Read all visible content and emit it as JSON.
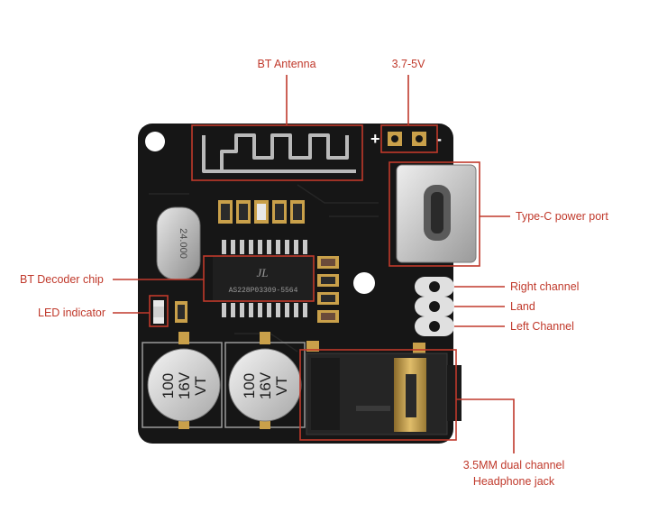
{
  "labels": {
    "bt_antenna": "BT Antenna",
    "power": "3.7-5V",
    "typec": "Type-C power port",
    "bt_chip": "BT Decoder chip",
    "led": "LED indicator",
    "right_channel": "Right channel",
    "land": "Land",
    "left_channel": "Left Channel",
    "jack_line1": "3.5MM dual channel",
    "jack_line2": "Headphone jack"
  },
  "board": {
    "plus": "+",
    "minus": "-",
    "crystal_text": "24.000",
    "chip_logo": "JL",
    "chip_text": "AS228P03309-5564",
    "cap1_line1": "100",
    "cap1_line2": "16V",
    "cap1_line3": "VT",
    "cap2_line1": "100",
    "cap2_line2": "16V",
    "cap2_line3": "VT"
  },
  "colors": {
    "annotation": "#c0392b",
    "board": "#161616",
    "gold": "#c9a04a"
  }
}
